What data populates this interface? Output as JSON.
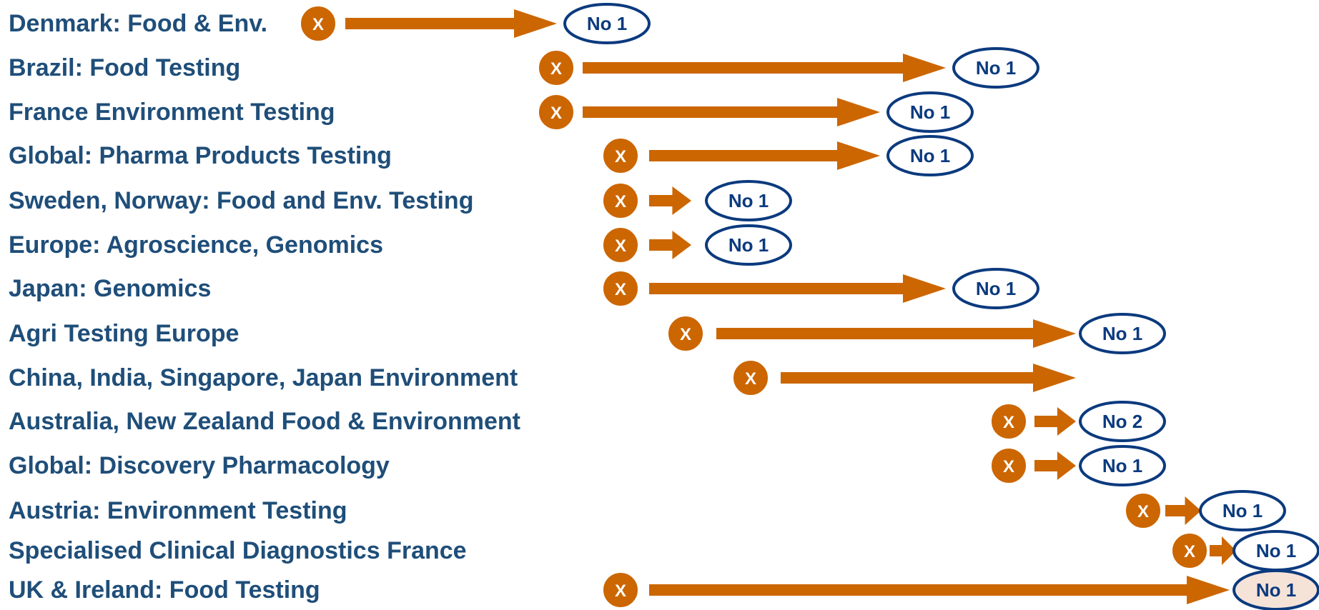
{
  "colors": {
    "label": "#1f4e79",
    "arrow": "#cc6600",
    "marker_fill": "#cc6600",
    "marker_text": "#ffffff",
    "badge_stroke": "#0b3a7e",
    "badge_text": "#0b3a7e",
    "badge_fill": "#ffffff",
    "badge_highlight_fill": "#f6e3d8"
  },
  "marker_text": "X",
  "rows": [
    {
      "label": "Denmark: Food & Env.",
      "badge": "No 1",
      "highlight": false
    },
    {
      "label": "Brazil: Food Testing",
      "badge": "No 1",
      "highlight": false
    },
    {
      "label": "France Environment Testing",
      "badge": "No 1",
      "highlight": false
    },
    {
      "label": "Global:  Pharma Products Testing",
      "badge": "No 1",
      "highlight": false
    },
    {
      "label": "Sweden, Norway:  Food and Env. Testing",
      "badge": "No 1",
      "highlight": false
    },
    {
      "label": "Europe:  Agroscience, Genomics",
      "badge": "No 1",
      "highlight": false
    },
    {
      "label": "Japan: Genomics",
      "badge": "No 1",
      "highlight": false
    },
    {
      "label": "Agri Testing Europe",
      "badge": "No 1",
      "highlight": false
    },
    {
      "label": "China, India, Singapore, Japan Environment",
      "badge": "",
      "highlight": false
    },
    {
      "label": "Australia, New Zealand Food & Environment",
      "badge": "No 2",
      "highlight": false
    },
    {
      "label": "Global: Discovery Pharmacology",
      "badge": "No 1",
      "highlight": false
    },
    {
      "label": "Austria: Environment Testing",
      "badge": "No 1",
      "highlight": false
    },
    {
      "label": "Specialised Clinical Diagnostics France",
      "badge": "No 1",
      "highlight": false
    },
    {
      "label": "UK & Ireland: Food Testing",
      "badge": "No 1",
      "highlight": true
    }
  ]
}
